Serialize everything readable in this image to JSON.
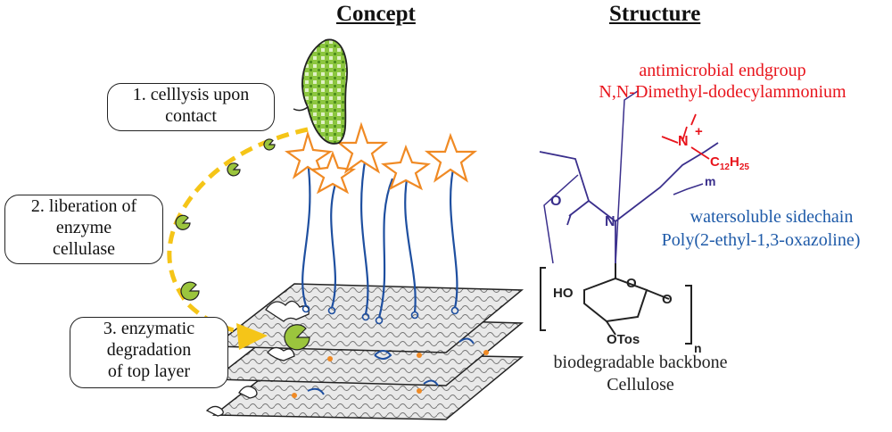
{
  "headers": {
    "concept": "Concept",
    "structure": "Structure"
  },
  "steps": [
    {
      "line1": "1. celllysis upon",
      "line2": "contact"
    },
    {
      "line1": "2. liberation of",
      "line2": "enzyme",
      "line3": "cellulase"
    },
    {
      "line1": "3. enzymatic",
      "line2": "degradation",
      "line3": "of top layer"
    }
  ],
  "structure": {
    "endgroup_title": "antimicrobial endgroup",
    "endgroup_name": "N,N-Dimethyl-dodecylammonium",
    "sidechain_title": "watersoluble sidechain",
    "sidechain_name": "Poly(2-ethyl-1,3-oxazoline)",
    "backbone_title": "biodegradable backbone",
    "backbone_name": "Cellulose",
    "labels": {
      "N_top": "N",
      "charge": "+",
      "c12": "C",
      "c12_sub": "12",
      "h25": "H",
      "h25_sub": "25",
      "m": "m",
      "O": "O",
      "N_mid": "N",
      "HO": "HO",
      "ring_O": "O",
      "link_O": "O",
      "OTos": "OTos",
      "n": "n"
    }
  },
  "colors": {
    "endgroup": "#e8141c",
    "sidechain": "#1e5aa8",
    "bracket": "#3a2f8c",
    "star": "#f08a24",
    "arrow": "#f5c518",
    "enzyme": "#9bc53d"
  }
}
